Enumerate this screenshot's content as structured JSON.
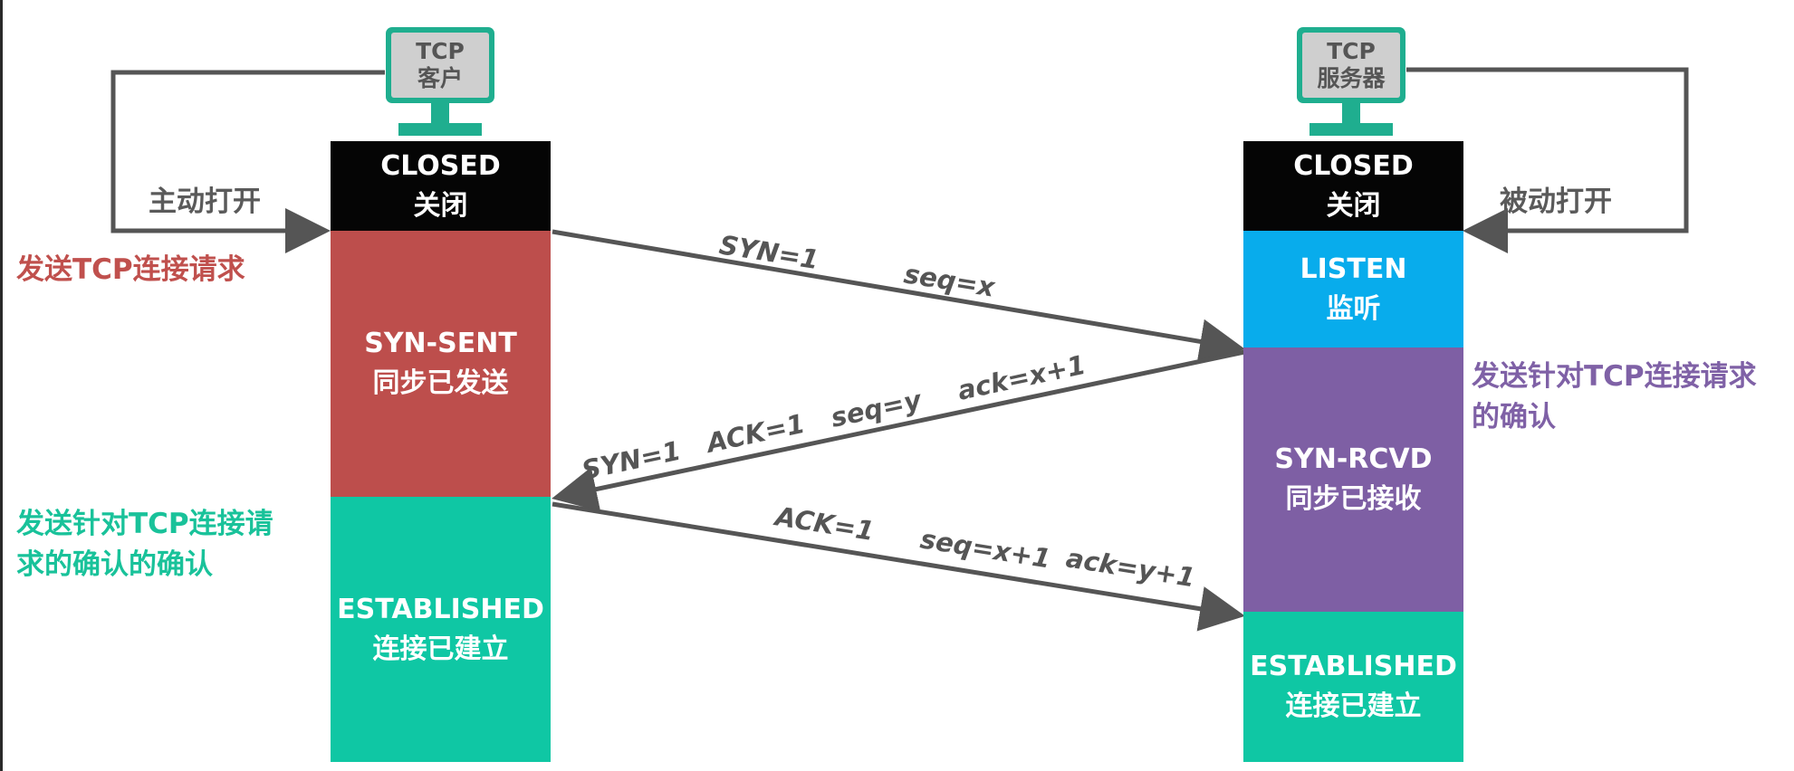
{
  "client": {
    "computer_line1": "TCP",
    "computer_line2": "客户",
    "open_label": "主动打开",
    "send_request_label": "发送TCP连接请求",
    "ack_of_ack_line1": "发送针对TCP连接请",
    "ack_of_ack_line2": "求的确认的确认",
    "states": [
      {
        "name": "CLOSED",
        "cn": "关闭",
        "color": "#050505"
      },
      {
        "name": "SYN-SENT",
        "cn": "同步已发送",
        "color": "#bd4e4c"
      },
      {
        "name": "ESTABLISHED",
        "cn": "连接已建立",
        "color": "#0fc7a4"
      }
    ]
  },
  "server": {
    "computer_line1": "TCP",
    "computer_line2": "服务器",
    "open_label": "被动打开",
    "ack_label_line1": "发送针对TCP连接请求",
    "ack_label_line2": "的确认",
    "states": [
      {
        "name": "CLOSED",
        "cn": "关闭",
        "color": "#050505"
      },
      {
        "name": "LISTEN",
        "cn": "监听",
        "color": "#08acec"
      },
      {
        "name": "SYN-RCVD",
        "cn": "同步已接收",
        "color": "#7e5fa4"
      },
      {
        "name": "ESTABLISHED",
        "cn": "连接已建立",
        "color": "#0fc7a4"
      }
    ]
  },
  "messages": {
    "m1": {
      "a": "SYN=1",
      "b": "seq=x"
    },
    "m2": {
      "a": "SYN=1",
      "b": "ACK=1",
      "c": "seq=y",
      "d": "ack=x+1"
    },
    "m3": {
      "a": "ACK=1",
      "b": "seq=x+1",
      "c": "ack=y+1"
    }
  },
  "colors": {
    "arrow": "#555555",
    "monitor": "#1fae8f"
  }
}
